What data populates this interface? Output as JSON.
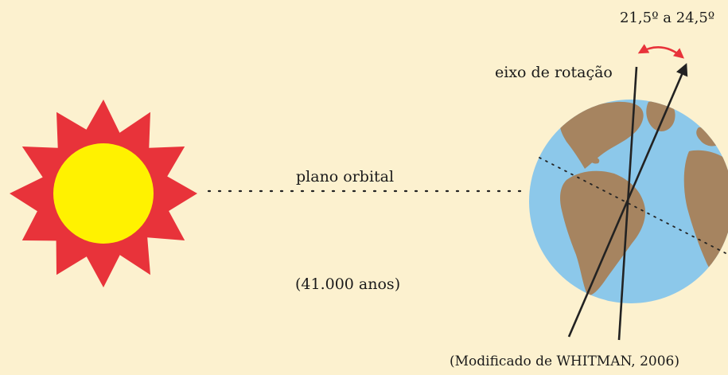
{
  "labels": {
    "tilt_range": "21,5º a 24,5º",
    "rotation_axis": "eixo de rotação",
    "orbital_plane": "plano orbital",
    "period": "(41.000 anos)",
    "credit": "(Modificado de WHITMAN, 2006)"
  },
  "colors": {
    "background": "#fcf1cf",
    "sun_rays": "#e8333a",
    "sun_core": "#fff200",
    "ocean": "#8cc8ea",
    "land": "#a68460",
    "arrow_red": "#e8333a",
    "lines": "#222222"
  },
  "icons": {
    "sun": "sun-icon",
    "earth": "earth-globe-icon"
  }
}
